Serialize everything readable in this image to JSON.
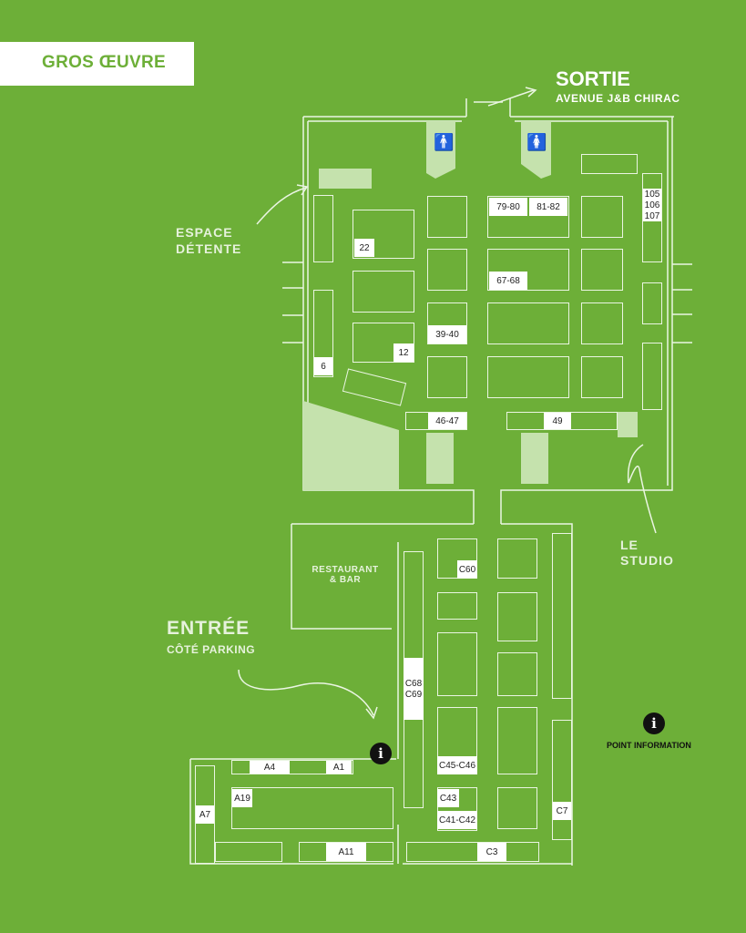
{
  "header": {
    "title": "GROS ŒUVRE"
  },
  "labels": {
    "sortie": "SORTIE",
    "sortie_sub": "AVENUE J&B CHIRAC",
    "espace_detente_1": "ESPACE",
    "espace_detente_2": "DÉTENTE",
    "le_studio_1": "LE",
    "le_studio_2": "STUDIO",
    "entree": "ENTRÉE",
    "entree_sub": "CÔTÉ PARKING",
    "restaurant_1": "RESTAURANT",
    "restaurant_2": "& BAR",
    "point_information": "POINT INFORMATION",
    "info_symbol": "i"
  },
  "stands": {
    "s79_80": "79-80",
    "s81_82": "81-82",
    "s105": "105",
    "s106": "106",
    "s107": "107",
    "s22": "22",
    "s67_68": "67-68",
    "s39_40": "39-40",
    "s12": "12",
    "s6": "6",
    "s46_47": "46-47",
    "s49": "49",
    "c60": "C60",
    "c68": "C68",
    "c69": "C69",
    "c45_46": "C45-C46",
    "c43": "C43",
    "c41_42": "C41-C42",
    "c7": "C7",
    "c3": "C3",
    "a4": "A4",
    "a1": "A1",
    "a19": "A19",
    "a7": "A7",
    "a11": "A11"
  },
  "colors": {
    "background": "#6daf38",
    "pale_zone": "#c5e2ad",
    "line": "#eaf5e2"
  },
  "icons": [
    "arrow-icon",
    "toilet-men-icon",
    "toilet-women-icon",
    "info-icon"
  ]
}
